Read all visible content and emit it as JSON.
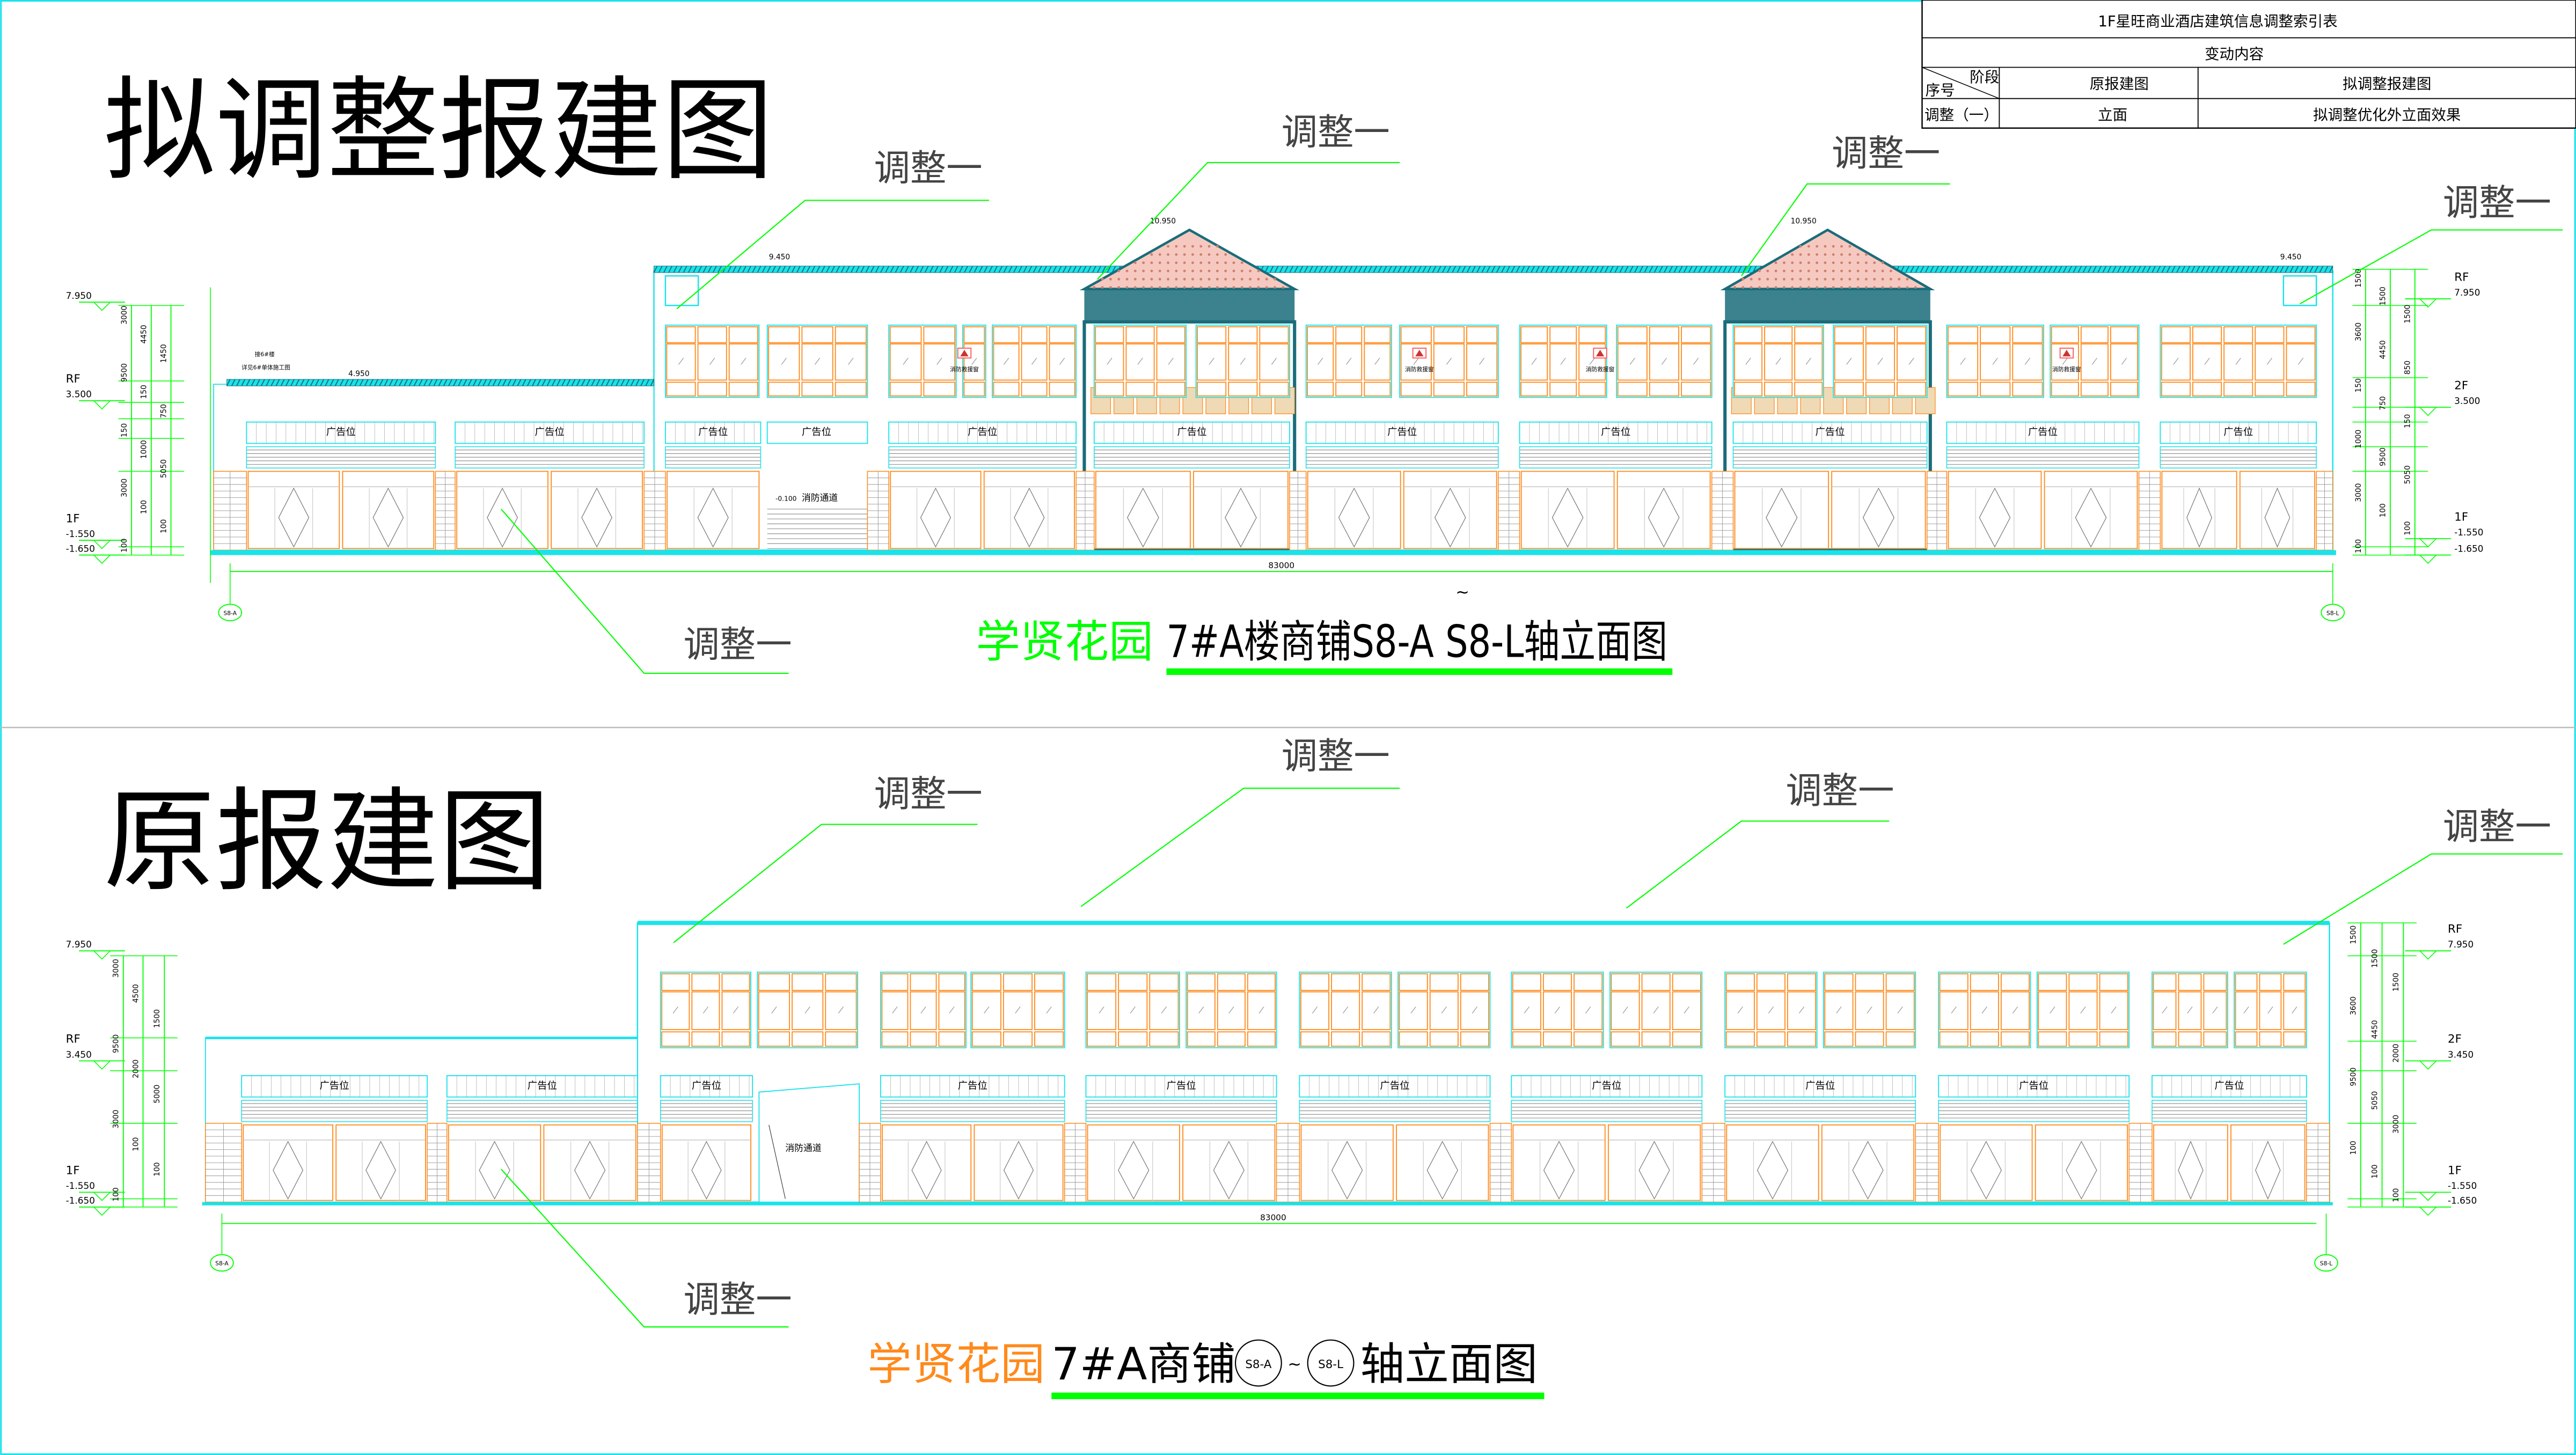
{
  "titles": {
    "proposed": "拟调整报建图",
    "original": "原报建图"
  },
  "index_table": {
    "title": "1F星旺商业酒店建筑信息调整索引表",
    "subtitle": "变动内容",
    "corner_stage": "阶段",
    "corner_no": "序号",
    "col_original": "原报建图",
    "col_proposed": "拟调整报建图",
    "row_no": "调整（一）",
    "row_original": "立面",
    "row_proposed": "拟调整优化外立面效果"
  },
  "adjust_label": "调整一",
  "ad_label": "广告位",
  "fire_passage": "消防通道",
  "rescue_window": "消防救援窗",
  "proposed": {
    "caption_project": "学贤花园",
    "caption_title": "7#A楼商铺S8-A  S8-L轴立面图",
    "caption_tilde": "~",
    "total_dim": "83000",
    "axis_left": "S8-A",
    "axis_right": "S8-L",
    "elev_top": "9.450",
    "elev_low_roof": "4.950",
    "elev_gable": "10.950",
    "elev_passage": "-0.100",
    "link_note_1": "接6#楼",
    "link_note_2": "详见6#单体施工图",
    "left_levels": [
      {
        "name": "",
        "value": "7.950"
      },
      {
        "name": "RF",
        "value": "3.500"
      },
      {
        "name": "1F",
        "value": "-1.550"
      },
      {
        "name": "",
        "value": "-1.650"
      }
    ],
    "right_levels": [
      {
        "name": "RF",
        "value": "7.950"
      },
      {
        "name": "2F",
        "value": "3.500"
      },
      {
        "name": "1F",
        "value": "-1.550"
      },
      {
        "name": "",
        "value": "-1.650"
      }
    ],
    "left_dims": [
      "3000",
      "4450",
      "1450",
      "9500",
      "150",
      "750",
      "150",
      "1000",
      "5050",
      "3000",
      "100",
      "100",
      "100"
    ],
    "right_dims": [
      "1500",
      "1500",
      "1500",
      "3600",
      "4450",
      "850",
      "150",
      "750",
      "150",
      "1000",
      "9500",
      "5050",
      "3000",
      "100",
      "100",
      "100"
    ]
  },
  "original": {
    "caption_project": "学贤花园",
    "caption_title_a": "7#A商铺",
    "caption_axis_a": "S8-A",
    "caption_tilde": "~",
    "caption_axis_b": "S8-L",
    "caption_title_b": "轴立面图",
    "total_dim": "83000",
    "axis_left": "S8-A",
    "axis_right": "S8-L",
    "left_levels": [
      {
        "name": "",
        "value": "7.950"
      },
      {
        "name": "RF",
        "value": "3.450"
      },
      {
        "name": "1F",
        "value": "-1.550"
      },
      {
        "name": "",
        "value": "-1.650"
      }
    ],
    "right_levels": [
      {
        "name": "RF",
        "value": "7.950"
      },
      {
        "name": "2F",
        "value": "3.450"
      },
      {
        "name": "1F",
        "value": "-1.550"
      },
      {
        "name": "",
        "value": "-1.650"
      }
    ],
    "left_dims": [
      "3000",
      "4500",
      "1500",
      "9500",
      "2000",
      "5000",
      "3000",
      "100",
      "100",
      "100"
    ],
    "right_dims": [
      "1500",
      "1500",
      "1500",
      "3600",
      "4450",
      "2000",
      "9500",
      "5050",
      "3000",
      "100",
      "100",
      "100"
    ]
  },
  "colors": {
    "cyan": "#19e3ea",
    "orange": "#ff8a1c",
    "green": "#00ff00",
    "hatch": "#1a6c7a",
    "caption_orange": "#ff8a1c"
  }
}
